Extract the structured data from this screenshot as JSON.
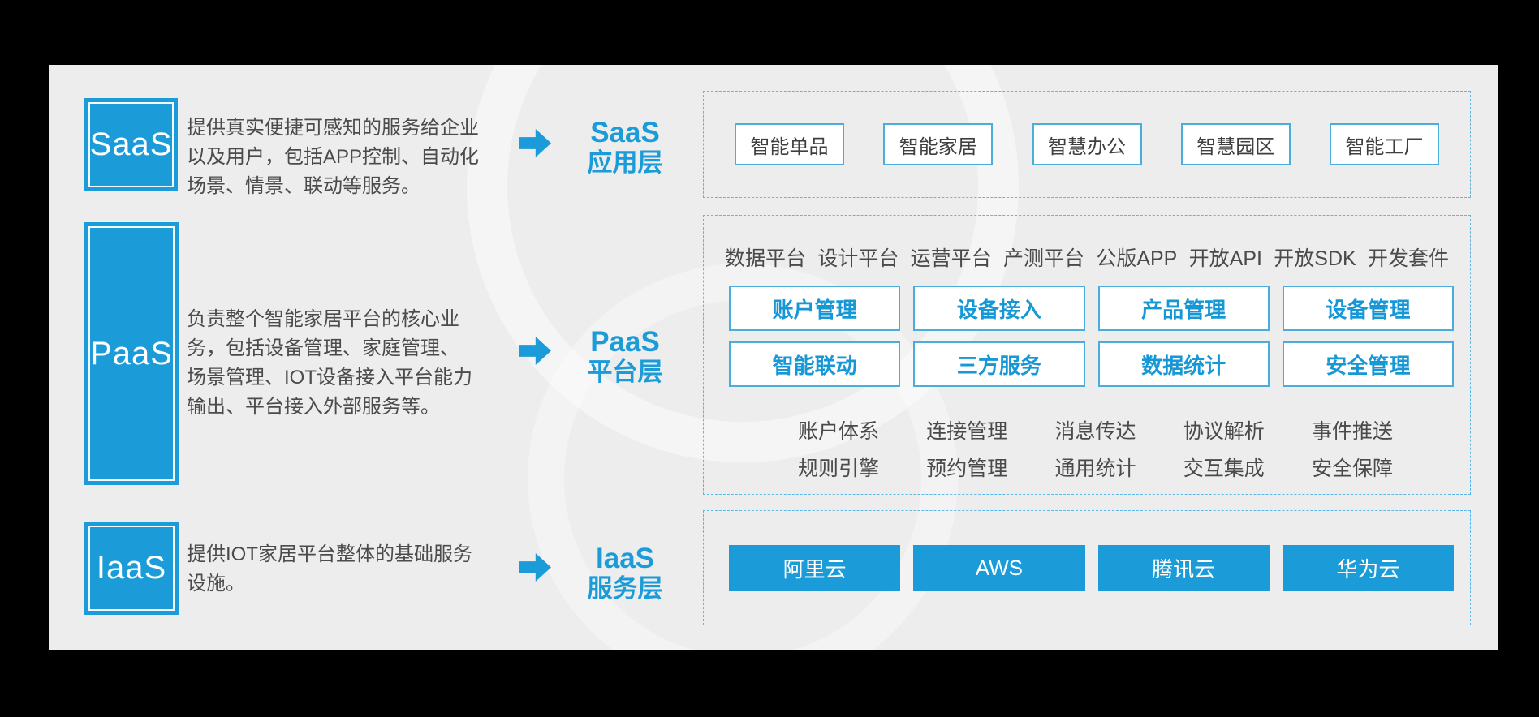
{
  "accent_color": "#1b9cd8",
  "background_color": "#ededed",
  "layers": [
    {
      "badge": "SaaS",
      "description_lines": [
        "提供真实便捷可感知的服务给企业",
        "以及用户，包括APP控制、自动化",
        "场景、情景、联动等服务。"
      ],
      "label_line1": "SaaS",
      "label_line2": "应用层",
      "apps": [
        "智能单品",
        "智能家居",
        "智慧办公",
        "智慧园区",
        "智能工厂"
      ]
    },
    {
      "badge": "PaaS",
      "description_lines": [
        "负责整个智能家居平台的核心业",
        "务，包括设备管理、家庭管理、",
        "场景管理、IOT设备接入平台能力",
        "输出、平台接入外部服务等。"
      ],
      "label_line1": "PaaS",
      "label_line2": "平台层",
      "platforms": [
        "数据平台",
        "设计平台",
        "运营平台",
        "产测平台",
        "公版APP",
        "开放API",
        "开放SDK",
        "开发套件"
      ],
      "modules_row1": [
        "账户管理",
        "设备接入",
        "产品管理",
        "设备管理"
      ],
      "modules_row2": [
        "智能联动",
        "三方服务",
        "数据统计",
        "安全管理"
      ],
      "capabilities_row1": [
        "账户体系",
        "连接管理",
        "消息传达",
        "协议解析",
        "事件推送"
      ],
      "capabilities_row2": [
        "规则引擎",
        "预约管理",
        "通用统计",
        "交互集成",
        "安全保障"
      ]
    },
    {
      "badge": "IaaS",
      "description_lines": [
        "提供IOT家居平台整体的基础服务",
        "设施。"
      ],
      "label_line1": "IaaS",
      "label_line2": "服务层",
      "providers": [
        "阿里云",
        "AWS",
        "腾讯云",
        "华为云"
      ]
    }
  ]
}
